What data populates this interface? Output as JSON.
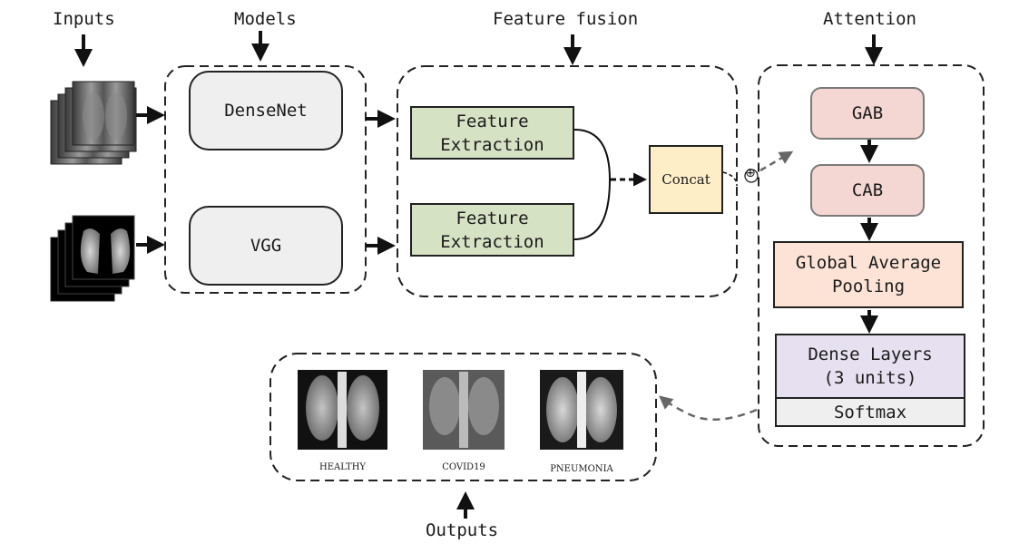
{
  "headers": {
    "inputs": "Inputs",
    "models": "Models",
    "feature_fusion": "Feature fusion",
    "attention": "Attention",
    "outputs": "Outputs"
  },
  "models": {
    "densenet": "DenseNet",
    "vgg": "VGG"
  },
  "fusion": {
    "feature_extraction_1": "Feature\nExtraction",
    "feature_extraction_2": "Feature\nExtraction",
    "concat": "Concat",
    "add_symbol": "⊕"
  },
  "attention": {
    "gab": "GAB",
    "cab": "CAB",
    "global_average_pooling": "Global Average\nPooling",
    "dense_layers": "Dense Layers\n(3 units)",
    "softmax": "Softmax"
  },
  "outputs": {
    "classes": [
      "HEALTHY",
      "COVID19",
      "PNEUMONIA"
    ]
  },
  "colors": {
    "model_box": "#efefef",
    "feature_box": "#d6e2c4",
    "concat_box": "#fdeec8",
    "attention_block": "#f4d6d2",
    "pooling_box": "#fde3d6",
    "dense_box": "#e6e0f0",
    "softmax_box": "#efefef"
  }
}
